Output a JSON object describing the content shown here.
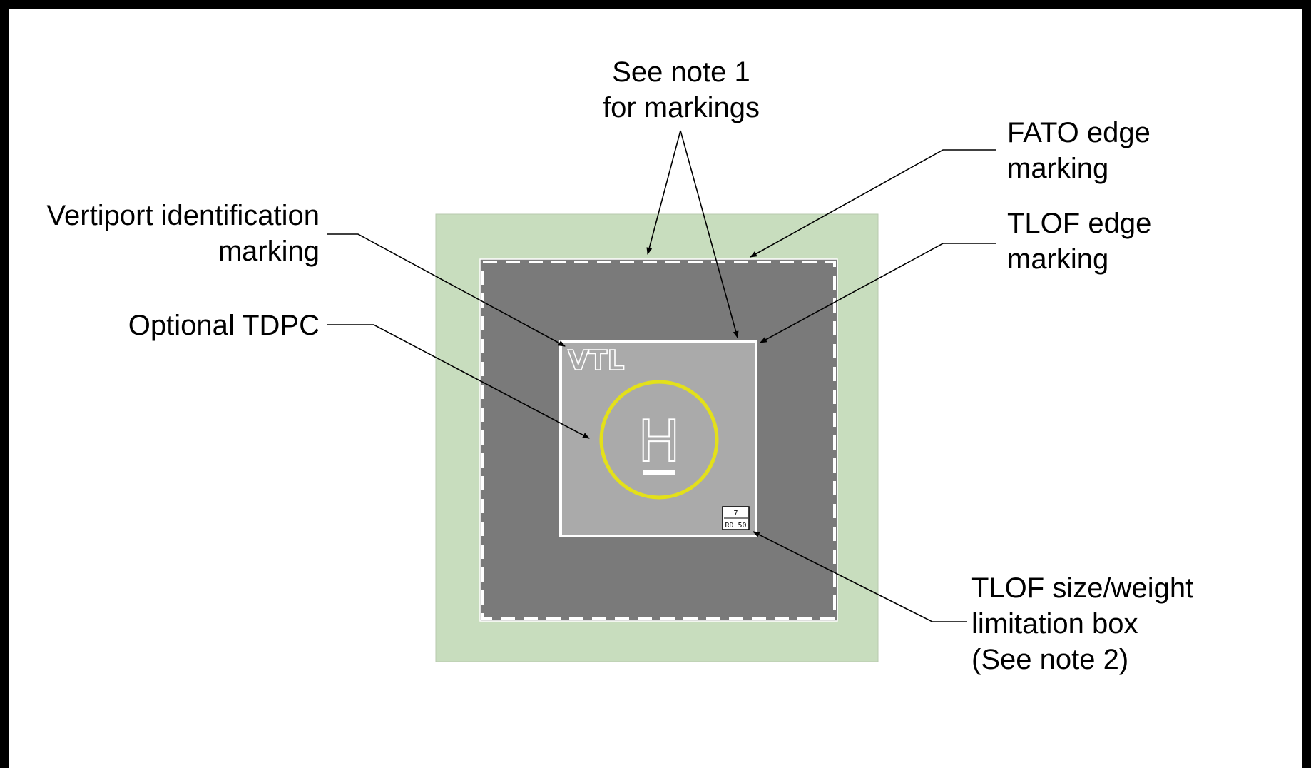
{
  "labels": {
    "note1_line1": "See note 1",
    "note1_line2": "for markings",
    "fato_line1": "FATO edge",
    "fato_line2": "marking",
    "tlof_line1": "TLOF edge",
    "tlof_line2": "marking",
    "vertiport_line1": "Vertiport identification",
    "vertiport_line2": "marking",
    "tdpc": "Optional TDPC",
    "limit_line1": "TLOF size/weight",
    "limit_line2": "limitation box",
    "limit_line3": "(See note 2)"
  },
  "pad": {
    "identification": "VTL",
    "symbol": "H",
    "limit_top": "7",
    "limit_bottom": "RD 50"
  },
  "colors": {
    "safety_area": "#c8ddbe",
    "fato": "#7a7a7a",
    "tlof": "#aaaaaa",
    "tdpc_circle": "#e3e01a",
    "markings": "#ffffff",
    "frame": "#000000"
  }
}
